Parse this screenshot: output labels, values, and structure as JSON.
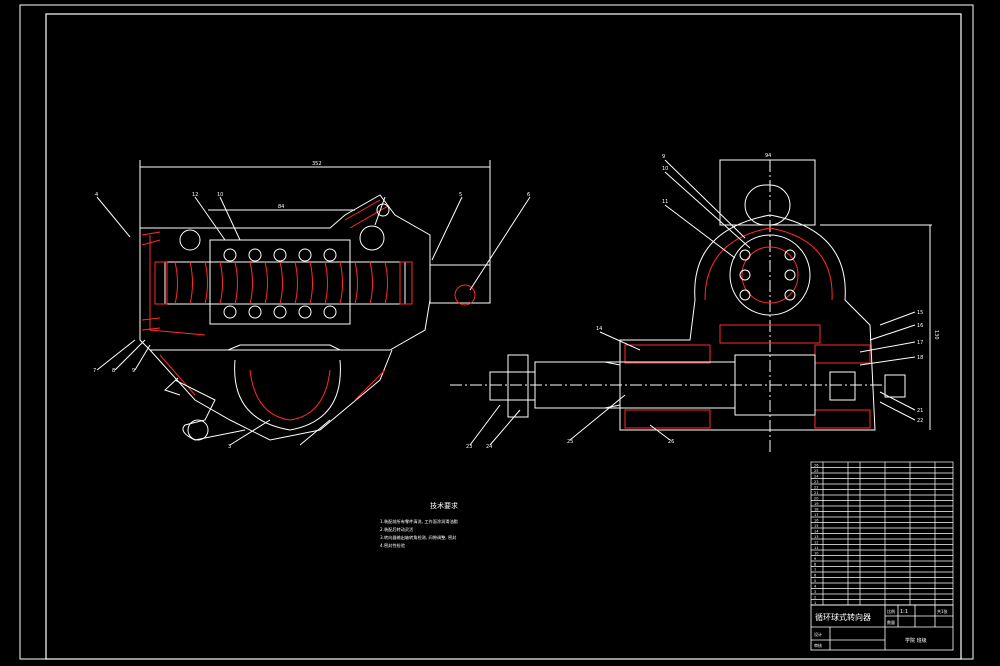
{
  "drawing": {
    "title_cn": "循环球式转向器",
    "tech_req": {
      "heading": "技术要求",
      "lines": [
        "1.装配前所有零件清洗, 工作面涂润滑油脂",
        "2.装配后转动灵活",
        "3.转向器输出轴转角检测, 间隙调整, 密封",
        "4.密封性检验"
      ]
    },
    "title_block": {
      "scale_label": "比例",
      "scale_value": "1:1",
      "qty_label": "数量",
      "designer_row": "设计",
      "checker_row": "审核",
      "school": "学院 班级",
      "sheet": "共1张"
    },
    "dims": {
      "overall_width": "352",
      "inner_width": "84",
      "right_top": "94",
      "right_side": "130"
    },
    "part_numbers_left": [
      "4",
      "12",
      "10",
      "5",
      "6",
      "7",
      "8",
      "9",
      "3"
    ],
    "part_numbers_right": [
      "9",
      "10",
      "11",
      "14",
      "15",
      "16",
      "17",
      "18",
      "21",
      "22",
      "23",
      "24",
      "25",
      "26"
    ],
    "bom_rows": [
      "26",
      "25",
      "24",
      "23",
      "22",
      "21",
      "20",
      "19",
      "18",
      "17",
      "16",
      "15",
      "14",
      "13",
      "12",
      "11",
      "10",
      "9",
      "8",
      "7",
      "6",
      "5",
      "4",
      "3",
      "2",
      "1"
    ]
  }
}
